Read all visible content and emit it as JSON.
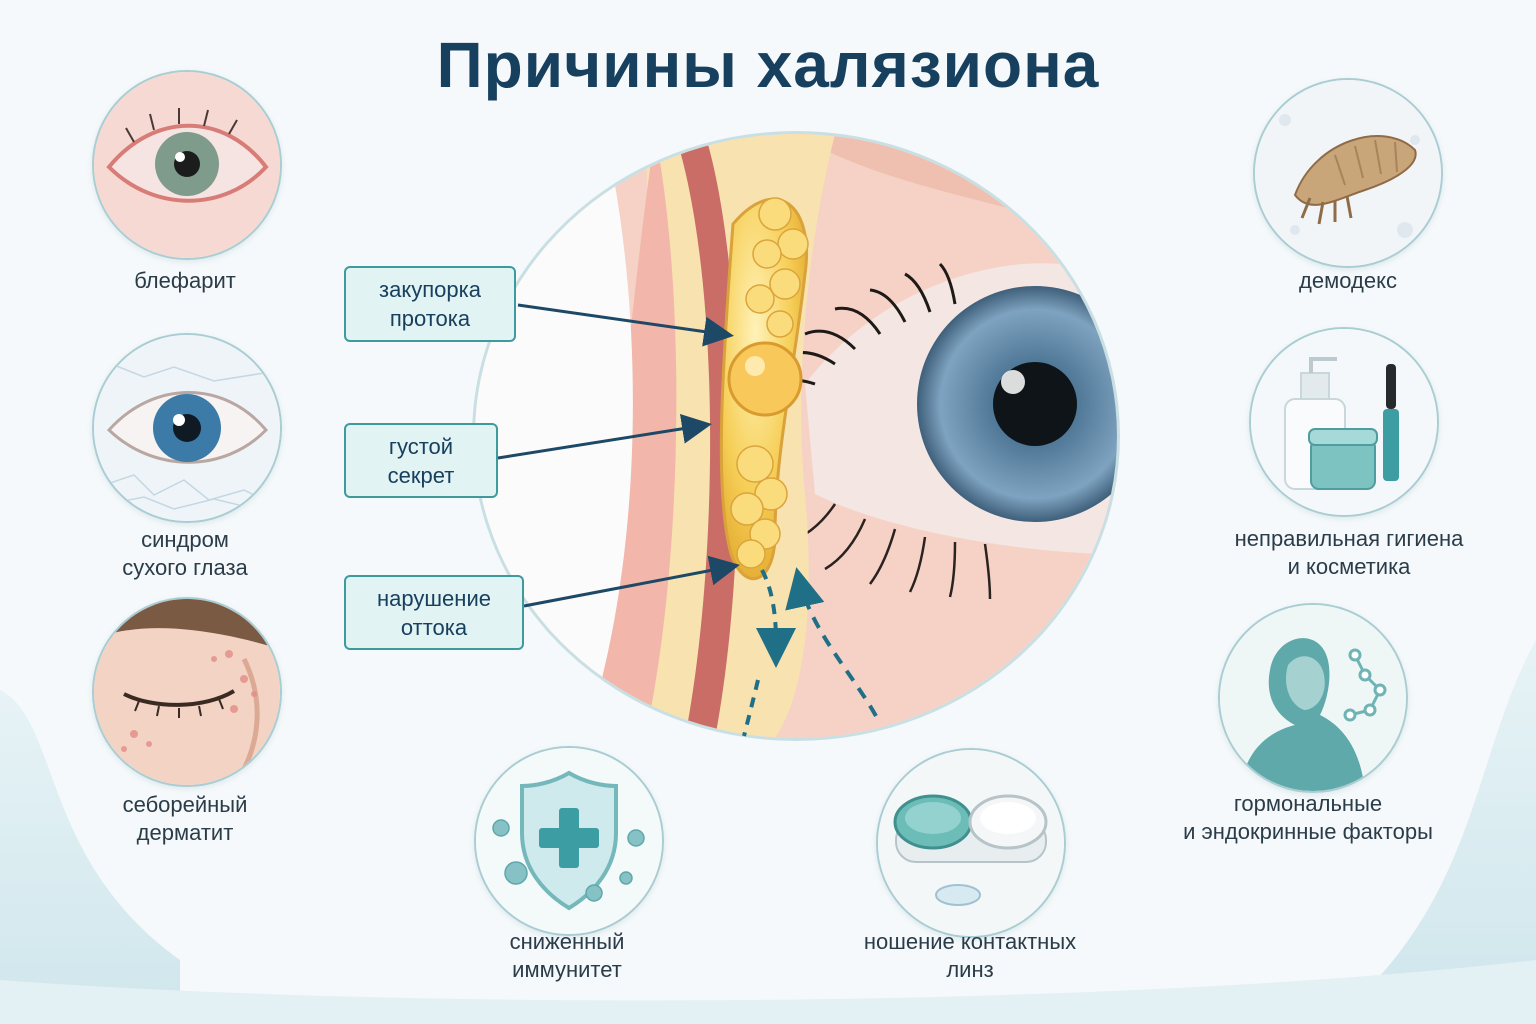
{
  "title": "Причины халязиона",
  "callouts": {
    "blockage": "закупорка\nпротока",
    "thick_secretion": "густой\nсекрет",
    "outflow_disorder": "нарушение\nоттока"
  },
  "causes": {
    "blepharitis": "блефарит",
    "dry_eye": "синдром\nсухого глаза",
    "seborrheic": "себорейный\nдерматит",
    "demodex": "демодекс",
    "hygiene": "неправильная гигиена\nи косметика",
    "hormonal": "гормональные\nи эндокринные факторы",
    "immunity": "сниженный\nиммунитет",
    "lenses": "ношение контактных\nлинз"
  },
  "colors": {
    "title": "#17405f",
    "accent_teal": "#3f9a9e",
    "arrow_navy": "#1d4866",
    "gland_yellow": "#f4c84e",
    "iris_blue": "#5d87a8"
  },
  "icons": {
    "blepharitis": "inflamed-eye-icon",
    "dry_eye": "dry-eye-icon",
    "seborrheic": "flaky-skin-face-icon",
    "demodex": "mite-icon",
    "hygiene": "cosmetics-icon",
    "hormonal": "woman-molecule-icon",
    "immunity": "shield-virus-icon",
    "lenses": "lens-case-icon"
  }
}
